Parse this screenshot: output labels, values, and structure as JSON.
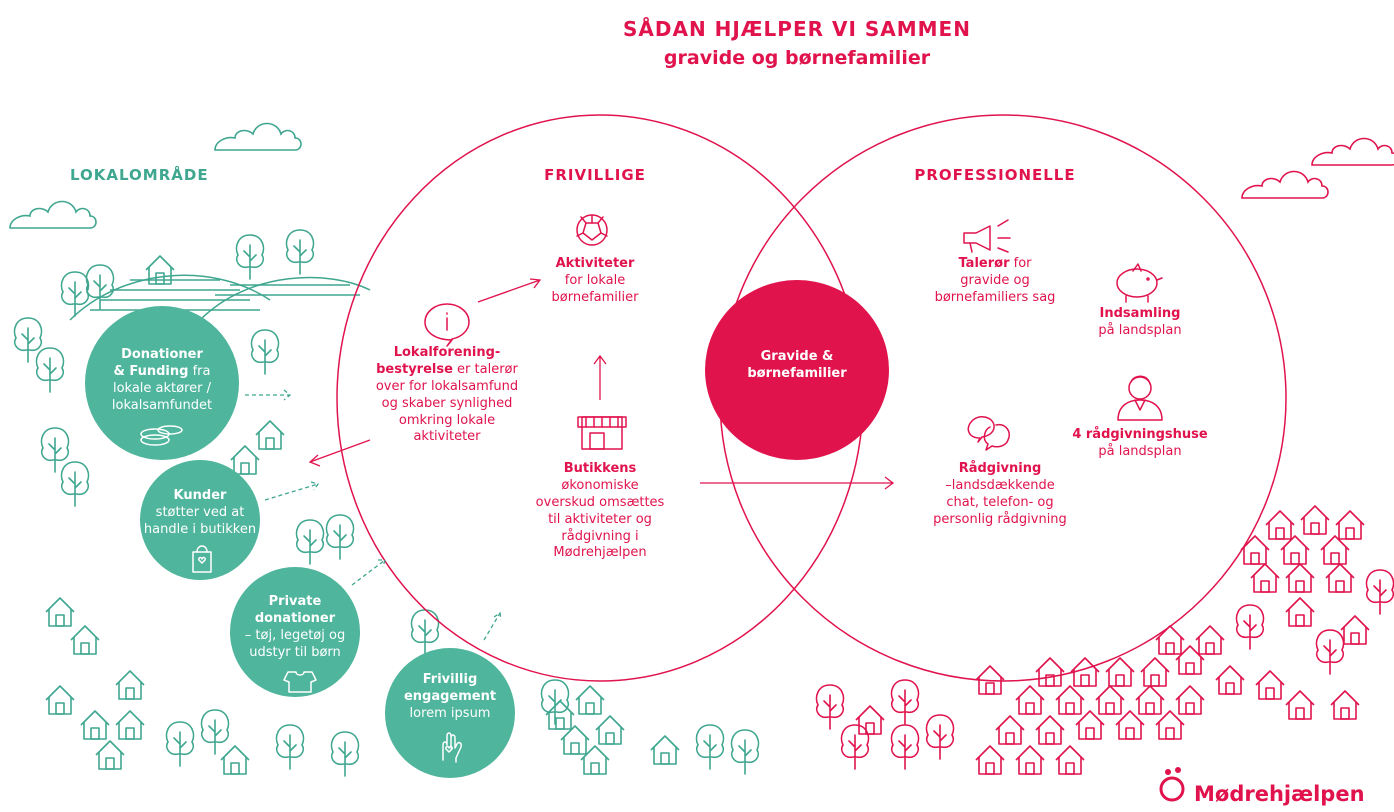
{
  "title": {
    "line1": "SÅDAN HJÆLPER VI SAMMEN",
    "line2": "gravide og børnefamilier"
  },
  "sections": {
    "lokal": "LOKALOMRÅDE",
    "frivillige": "FRIVILLIGE",
    "professionelle": "PROFESSIONELLE"
  },
  "center": {
    "line1": "Gravide &",
    "line2": "børnefamilier"
  },
  "frivillige": {
    "aktiviteter": {
      "title": "Aktiviteter",
      "line1": "for lokale",
      "line2": "børnefamilier"
    },
    "lokalforening": {
      "title1": "Lokalforening-",
      "title2": "bestyrelse",
      "rest1": " er talerør",
      "line2": "over for lokalsamfund",
      "line3": "og skaber synlighed",
      "line4": "omkring lokale",
      "line5": "aktiviteter"
    },
    "butik": {
      "title": "Butikkens",
      "line1": "økonomiske",
      "line2": "overskud omsættes",
      "line3": "til aktiviteter og",
      "line4": "rådgivning i",
      "line5": "Mødrehjælpen"
    }
  },
  "professionelle": {
    "taleroer": {
      "title": "Talerør",
      "rest": " for",
      "line1": "gravide og",
      "line2": "børnefamiliers sag"
    },
    "indsamling": {
      "title": "Indsamling",
      "line1": "på landsplan"
    },
    "raadgivningshuse": {
      "title": "4 rådgivningshuse",
      "line1": "på landsplan"
    },
    "raadgivning": {
      "title": "Rådgivning",
      "line1": "–landsdækkende",
      "line2": "chat, telefon- og",
      "line3": "personlig rådgivning"
    }
  },
  "lokal": {
    "donationer": {
      "t1": "Donationer",
      "t2": "& Funding",
      "rest": " fra",
      "l1": "lokale aktører /",
      "l2": "lokalsamfundet"
    },
    "kunder": {
      "title": "Kunder",
      "l1": "støtter ved at",
      "l2": "handle i butikken"
    },
    "private": {
      "t1": "Private",
      "t2": "donationer",
      "l1": "– tøj, legetøj og",
      "l2": "udstyr til børn"
    },
    "frivillig": {
      "t1": "Frivillig",
      "t2": "engagement",
      "l1": "lorem ipsum"
    }
  },
  "logo": {
    "text": "Mødrehjælpen"
  },
  "colors": {
    "red": "#e0134d",
    "green": "#3fa68f",
    "greenLight": "#4fb59c"
  }
}
